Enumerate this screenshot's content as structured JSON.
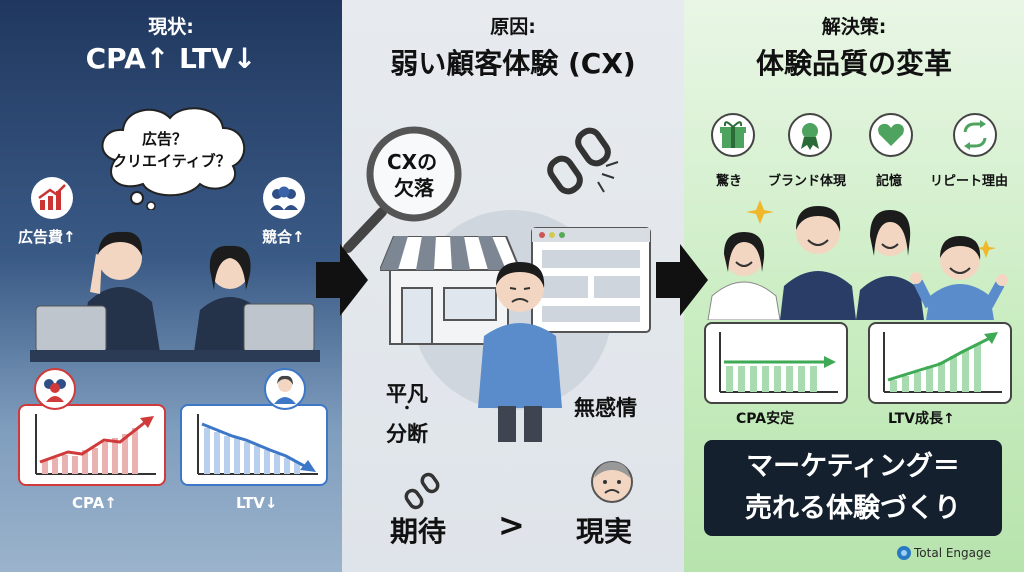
{
  "panel1": {
    "title_small": "現状:",
    "title_big": "CPA↑ LTV↓",
    "thought": {
      "line1": "広告？",
      "line2": "クリエイティブ？"
    },
    "label_ad_cost": "広告費↑",
    "label_competition": "競合↑",
    "chart_cpa_label": "CPA↑",
    "chart_ltv_label": "LTV↓"
  },
  "panel2": {
    "title_small": "原因:",
    "title_big": "弱い顧客体験 (CX)",
    "magnifier_line1": "CXの",
    "magnifier_line2": "欠落",
    "label_mediocre": "平凡",
    "label_dot": "・",
    "label_fragmented": "分断",
    "label_emotionless": "無感情",
    "label_expectation": "期待",
    "label_gt": ">",
    "label_reality": "現実"
  },
  "panel3": {
    "title_small": "解決策:",
    "title_big": "体験品質の変革",
    "icons": [
      {
        "label": "驚き",
        "icon": "gift-icon"
      },
      {
        "label": "ブランド体現",
        "icon": "ribbon-icon"
      },
      {
        "label": "記憶",
        "icon": "heart-icon"
      },
      {
        "label": "リピート理由",
        "icon": "repeat-icon"
      }
    ],
    "chart_cpa_label": "CPA安定",
    "chart_ltv_label": "LTV成長↑",
    "cta_line1": "マーケティング＝",
    "cta_line2": "売れる体験づくり"
  },
  "brand": "Total Engage",
  "colors": {
    "red": "#d03a3a",
    "blue": "#3d77c7",
    "green": "#3faa55",
    "navy": "#20385f"
  }
}
